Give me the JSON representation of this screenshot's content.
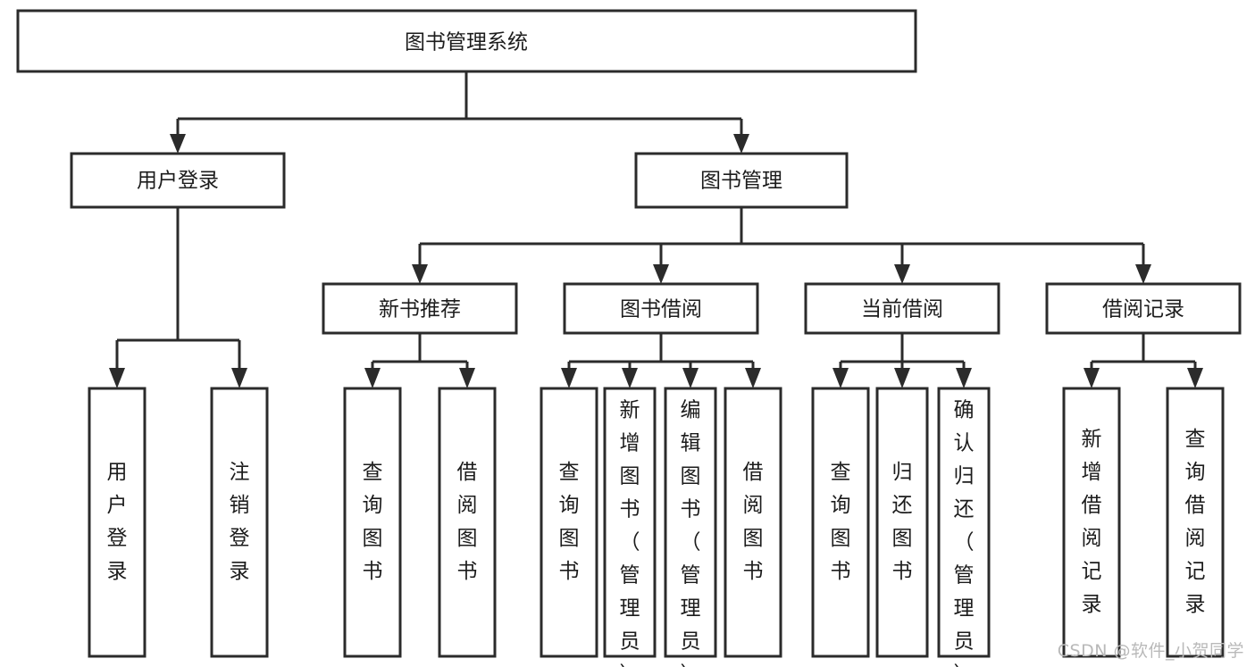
{
  "diagram": {
    "title": "图书管理系统",
    "type": "tree-hierarchy",
    "watermark": "CSDN @软件_小贺同学",
    "colors": {
      "stroke": "#2b2b2b",
      "fill": "#ffffff",
      "text": "#1c1c1c",
      "watermark": "#b9b9b9",
      "background": "#ffffff"
    },
    "nodes": {
      "root": {
        "label": "图书管理系统"
      },
      "level1": [
        {
          "id": "user-login",
          "label": "用户登录"
        },
        {
          "id": "book-manage",
          "label": "图书管理"
        }
      ],
      "level2": [
        {
          "id": "new-book-rec",
          "label": "新书推荐"
        },
        {
          "id": "book-borrow",
          "label": "图书借阅"
        },
        {
          "id": "current-borrow",
          "label": "当前借阅"
        },
        {
          "id": "borrow-record",
          "label": "借阅记录"
        }
      ],
      "leaves": {
        "user_login": [
          {
            "id": "leaf-user-login",
            "label": "用户登录"
          },
          {
            "id": "leaf-logout",
            "label": "注销登录"
          }
        ],
        "new_book_rec": [
          {
            "id": "leaf-query-book-1",
            "label": "查询图书"
          },
          {
            "id": "leaf-borrow-book-1",
            "label": "借阅图书"
          }
        ],
        "book_borrow": [
          {
            "id": "leaf-query-book-2",
            "label": "查询图书"
          },
          {
            "id": "leaf-add-book",
            "label": "新增图书（管理员）"
          },
          {
            "id": "leaf-edit-book",
            "label": "编辑图书（管理员）"
          },
          {
            "id": "leaf-borrow-book-2",
            "label": "借阅图书"
          }
        ],
        "current_borrow": [
          {
            "id": "leaf-query-book-3",
            "label": "查询图书"
          },
          {
            "id": "leaf-return-book",
            "label": "归还图书"
          },
          {
            "id": "leaf-confirm-return",
            "label": "确认归还（管理员）"
          }
        ],
        "borrow_record": [
          {
            "id": "leaf-add-record",
            "label": "新增借阅记录"
          },
          {
            "id": "leaf-query-record",
            "label": "查询借阅记录"
          }
        ]
      }
    }
  }
}
